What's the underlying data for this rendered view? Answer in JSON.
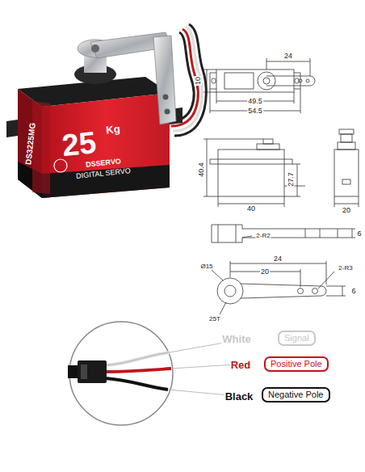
{
  "diagram": {
    "nodes": [
      {
        "text": [
          "Signal"
        ]
      },
      {
        "text": [
          "Positive Pole"
        ]
      },
      {
        "text": [
          "Negative Pole"
        ]
      }
    ],
    "labels": [
      "DS3225MG",
      "25",
      "Kg",
      "DSSERVO",
      "DIGITAL SERVO",
      "24",
      "10",
      "49.5",
      "54.5",
      "40.4",
      "27.7",
      "40",
      "20",
      "6",
      "2-R2",
      "Ø15",
      "24",
      "20",
      "2-R3",
      "6",
      "25T",
      "White",
      "Red",
      "Black"
    ]
  }
}
